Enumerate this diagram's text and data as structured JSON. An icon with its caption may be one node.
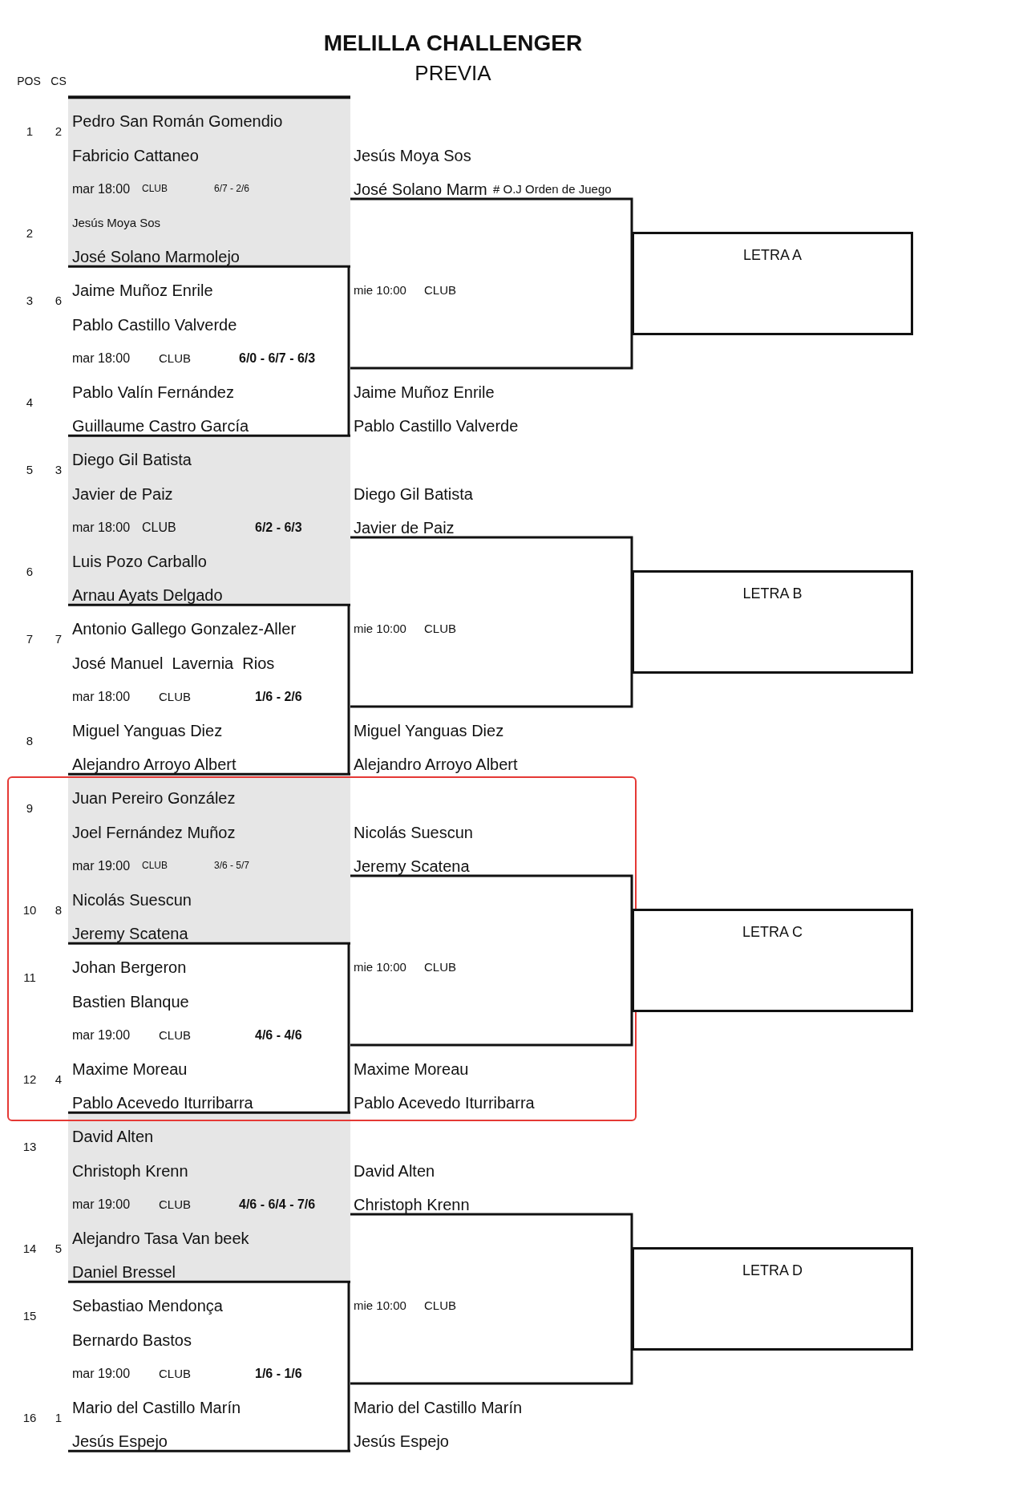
{
  "diagram": {
    "title": "MELILLA CHALLENGER",
    "nodes": [
      {
        "text": [
          "LETRA A"
        ]
      },
      {
        "text": [
          "LETRA B"
        ]
      },
      {
        "text": [
          "LETRA C"
        ]
      },
      {
        "text": [
          "LETRA D"
        ]
      }
    ],
    "labels": [
      "PREVIA",
      "POS",
      "CS",
      "1",
      "2",
      "Pedro San Román Gomendio",
      "Fabricio Cattaneo",
      "Jesús Moya Sos",
      "mar 18:00",
      "CLUB",
      "6/7 - 2/6",
      "José Solano Marm",
      "# O.J Orden de Juego",
      "2",
      "Jesús Moya Sos",
      "José Solano Marmolejo",
      "3",
      "6",
      "Jaime Muñoz Enrile",
      "mie 10:00",
      "CLUB",
      "Pablo Castillo Valverde",
      "mar 18:00",
      "CLUB",
      "6/0 - 6/7 - 6/3",
      "4",
      "Pablo Valín Fernández",
      "Jaime Muñoz Enrile",
      "Guillaume Castro García",
      "Pablo Castillo Valverde",
      "5",
      "3",
      "Diego Gil Batista",
      "Javier de Paiz",
      "Diego Gil Batista",
      "mar 18:00",
      "CLUB",
      "6/2 - 6/3",
      "Javier de Paiz",
      "6",
      "Luis Pozo Carballo",
      "Arnau Ayats Delgado",
      "7",
      "7",
      "Antonio Gallego Gonzalez-Aller",
      "mie 10:00",
      "CLUB",
      "José Manuel  Lavernia  Rios",
      "mar 18:00",
      "CLUB",
      "1/6 - 2/6",
      "8",
      "Miguel Yanguas Diez",
      "Miguel Yanguas Diez",
      "Alejandro Arroyo Albert",
      "Alejandro Arroyo Albert",
      "9",
      "Juan Pereiro González",
      "Joel Fernández Muñoz",
      "Nicolás Suescun",
      "mar 19:00",
      "CLUB",
      "3/6 - 5/7",
      "Jeremy Scatena",
      "10",
      "8",
      "Nicolás Suescun",
      "Jeremy Scatena",
      "11",
      "Johan Bergeron",
      "mie 10:00",
      "CLUB",
      "Bastien Blanque",
      "mar 19:00",
      "CLUB",
      "4/6 - 4/6",
      "12",
      "4",
      "Maxime Moreau",
      "Maxime Moreau",
      "Pablo Acevedo Iturribarra",
      "Pablo Acevedo Iturribarra",
      "13",
      "David Alten",
      "Christoph Krenn",
      "David Alten",
      "mar 19:00",
      "CLUB",
      "4/6 - 6/4 - 7/6",
      "Christoph Krenn",
      "14",
      "5",
      "Alejandro Tasa Van beek",
      "Daniel Bressel",
      "15",
      "Sebastiao Mendonça",
      "mie 10:00",
      "CLUB",
      "Bernardo Bastos",
      "mar 19:00",
      "CLUB",
      "1/6 - 1/6",
      "16",
      "1",
      "Mario del Castillo Marín",
      "Mario del Castillo Marín",
      "Jesús Espejo",
      "Jesús Espejo"
    ]
  }
}
